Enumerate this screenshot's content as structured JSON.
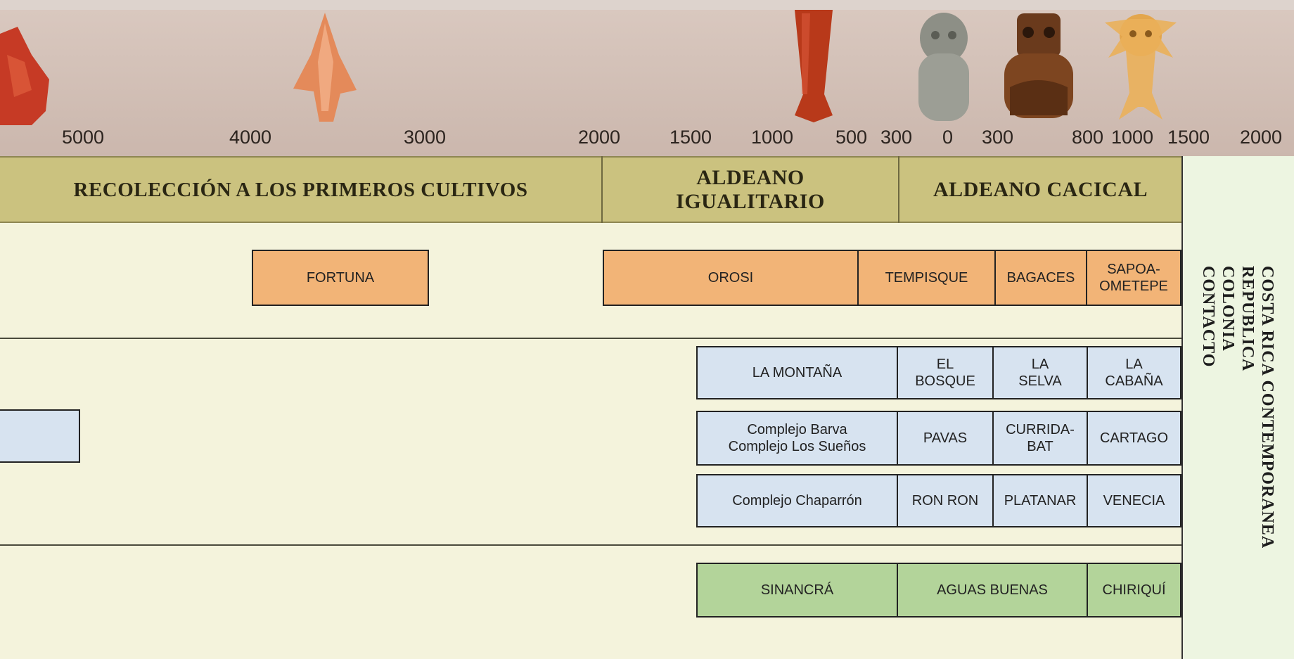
{
  "timeline": {
    "years": [
      "5000",
      "4000",
      "3000",
      "2000",
      "1500",
      "1000",
      "500",
      "300",
      "0",
      "300",
      "800",
      "1000",
      "1500",
      "2000"
    ]
  },
  "eras": {
    "e1": "RECOLECCIÓN A LOS PRIMEROS CULTIVOS",
    "e2a": "ALDEANO",
    "e2b": "IGUALITARIO",
    "e3": "ALDEANO CACICAL"
  },
  "side": {
    "col1": "COSTA RICA CONTEMPORANEA",
    "col2": "REPUBLICA",
    "col3": "COLONIA",
    "col4": "CONTACTO"
  },
  "rows": {
    "r1": {
      "fortuna": "FORTUNA",
      "orosi": "OROSI",
      "tempisque": "TEMPISQUE",
      "bagaces": "BAGACES",
      "sapoa_1": "SAPOA-",
      "sapoa_2": "OMETEPE"
    },
    "r2": {
      "montana": "LA MONTAÑA",
      "bosque_1": "EL",
      "bosque_2": "BOSQUE",
      "selva_1": "LA",
      "selva_2": "SELVA",
      "cabana_1": "LA",
      "cabana_2": "CABAÑA"
    },
    "r3": {
      "barva_1": "Complejo Barva",
      "barva_2": "Complejo Los Sueños",
      "pavas": "PAVAS",
      "curri_1": "CURRIDA-",
      "curri_2": "BAT",
      "cartago": "CARTAGO"
    },
    "r4": {
      "chaparron": "Complejo Chaparrón",
      "ronron": "RON RON",
      "platanar": "PLATANAR",
      "venecia": "VENECIA"
    },
    "r5": {
      "sinancra": "SINANCRÁ",
      "aguas": "AGUAS BUENAS",
      "chiriqui": "CHIRIQUÍ"
    }
  },
  "colors": {
    "orange": "#f2b477",
    "blue": "#d7e3f0",
    "green": "#b3d49a",
    "era_band": "#cbc27f"
  },
  "icons": [
    "stone-tool-icon",
    "arrowhead-icon",
    "ceramic-vase-icon",
    "stone-figure-icon",
    "ceramic-figure-icon",
    "gold-pendant-icon"
  ]
}
